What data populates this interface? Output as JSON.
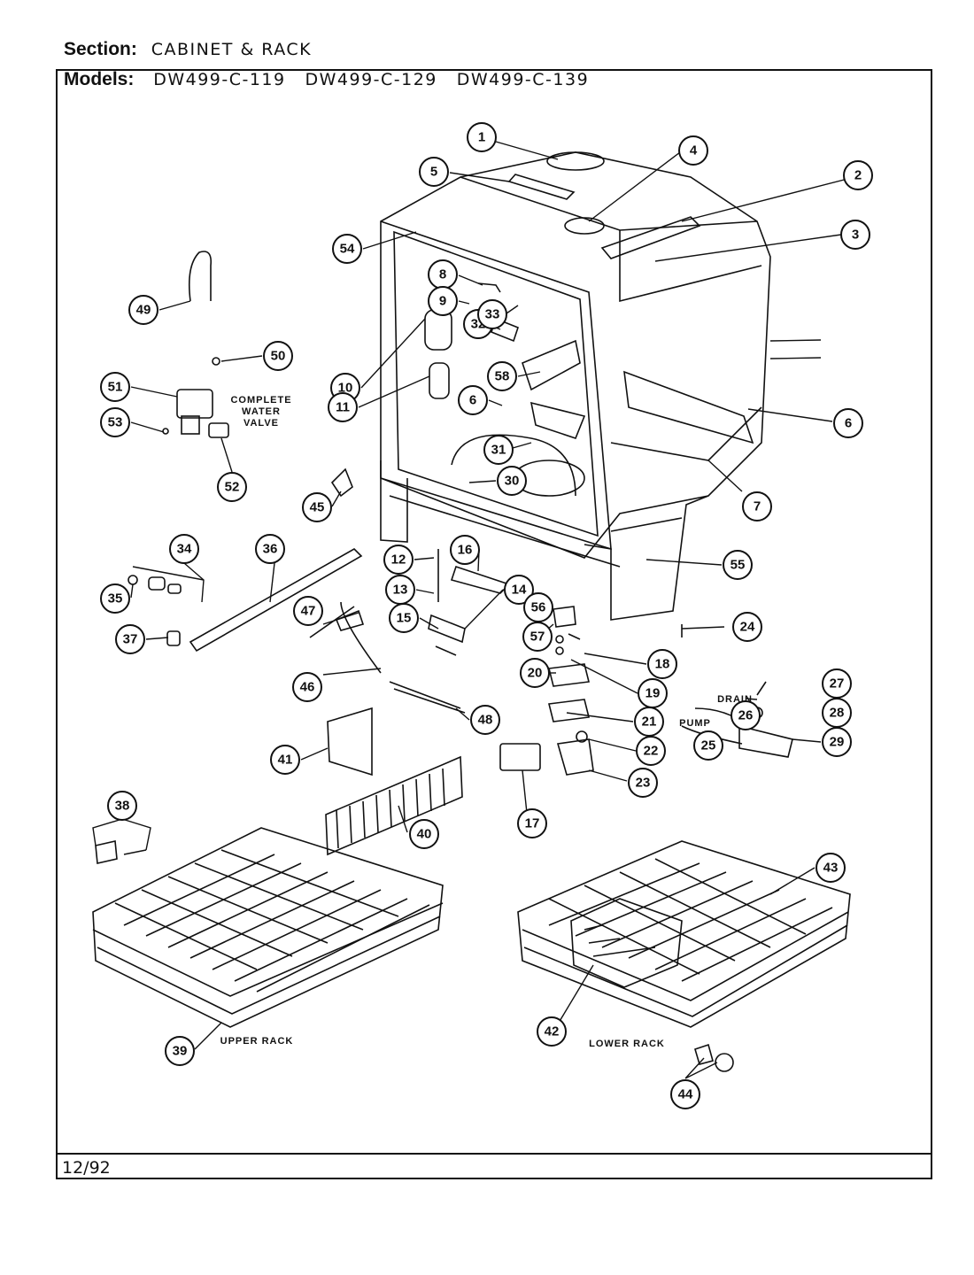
{
  "header": {
    "section_label": "Section:",
    "section_value": "CABINET & RACK",
    "models_label": "Models:",
    "models": [
      "DW499-C-119",
      "DW499-C-129",
      "DW499-C-139"
    ]
  },
  "footer": {
    "date": "12/92"
  },
  "labels": {
    "complete_water_valve": [
      "COMPLETE",
      "WATER",
      "VALVE"
    ],
    "drain": "DRAIN",
    "pump": "PUMP",
    "upper_rack": "UPPER RACK",
    "lower_rack": "LOWER RACK"
  },
  "callouts": [
    "1",
    "2",
    "3",
    "4",
    "5",
    "6",
    "6",
    "6",
    "7",
    "8",
    "9",
    "10",
    "11",
    "12",
    "13",
    "14",
    "15",
    "16",
    "17",
    "18",
    "19",
    "20",
    "21",
    "22",
    "23",
    "24",
    "25",
    "26",
    "27",
    "28",
    "29",
    "30",
    "31",
    "32",
    "33",
    "34",
    "35",
    "36",
    "37",
    "38",
    "39",
    "40",
    "41",
    "42",
    "43",
    "44",
    "45",
    "46",
    "47",
    "48",
    "49",
    "50",
    "51",
    "52",
    "53",
    "54",
    "55",
    "56",
    "57",
    "58"
  ]
}
